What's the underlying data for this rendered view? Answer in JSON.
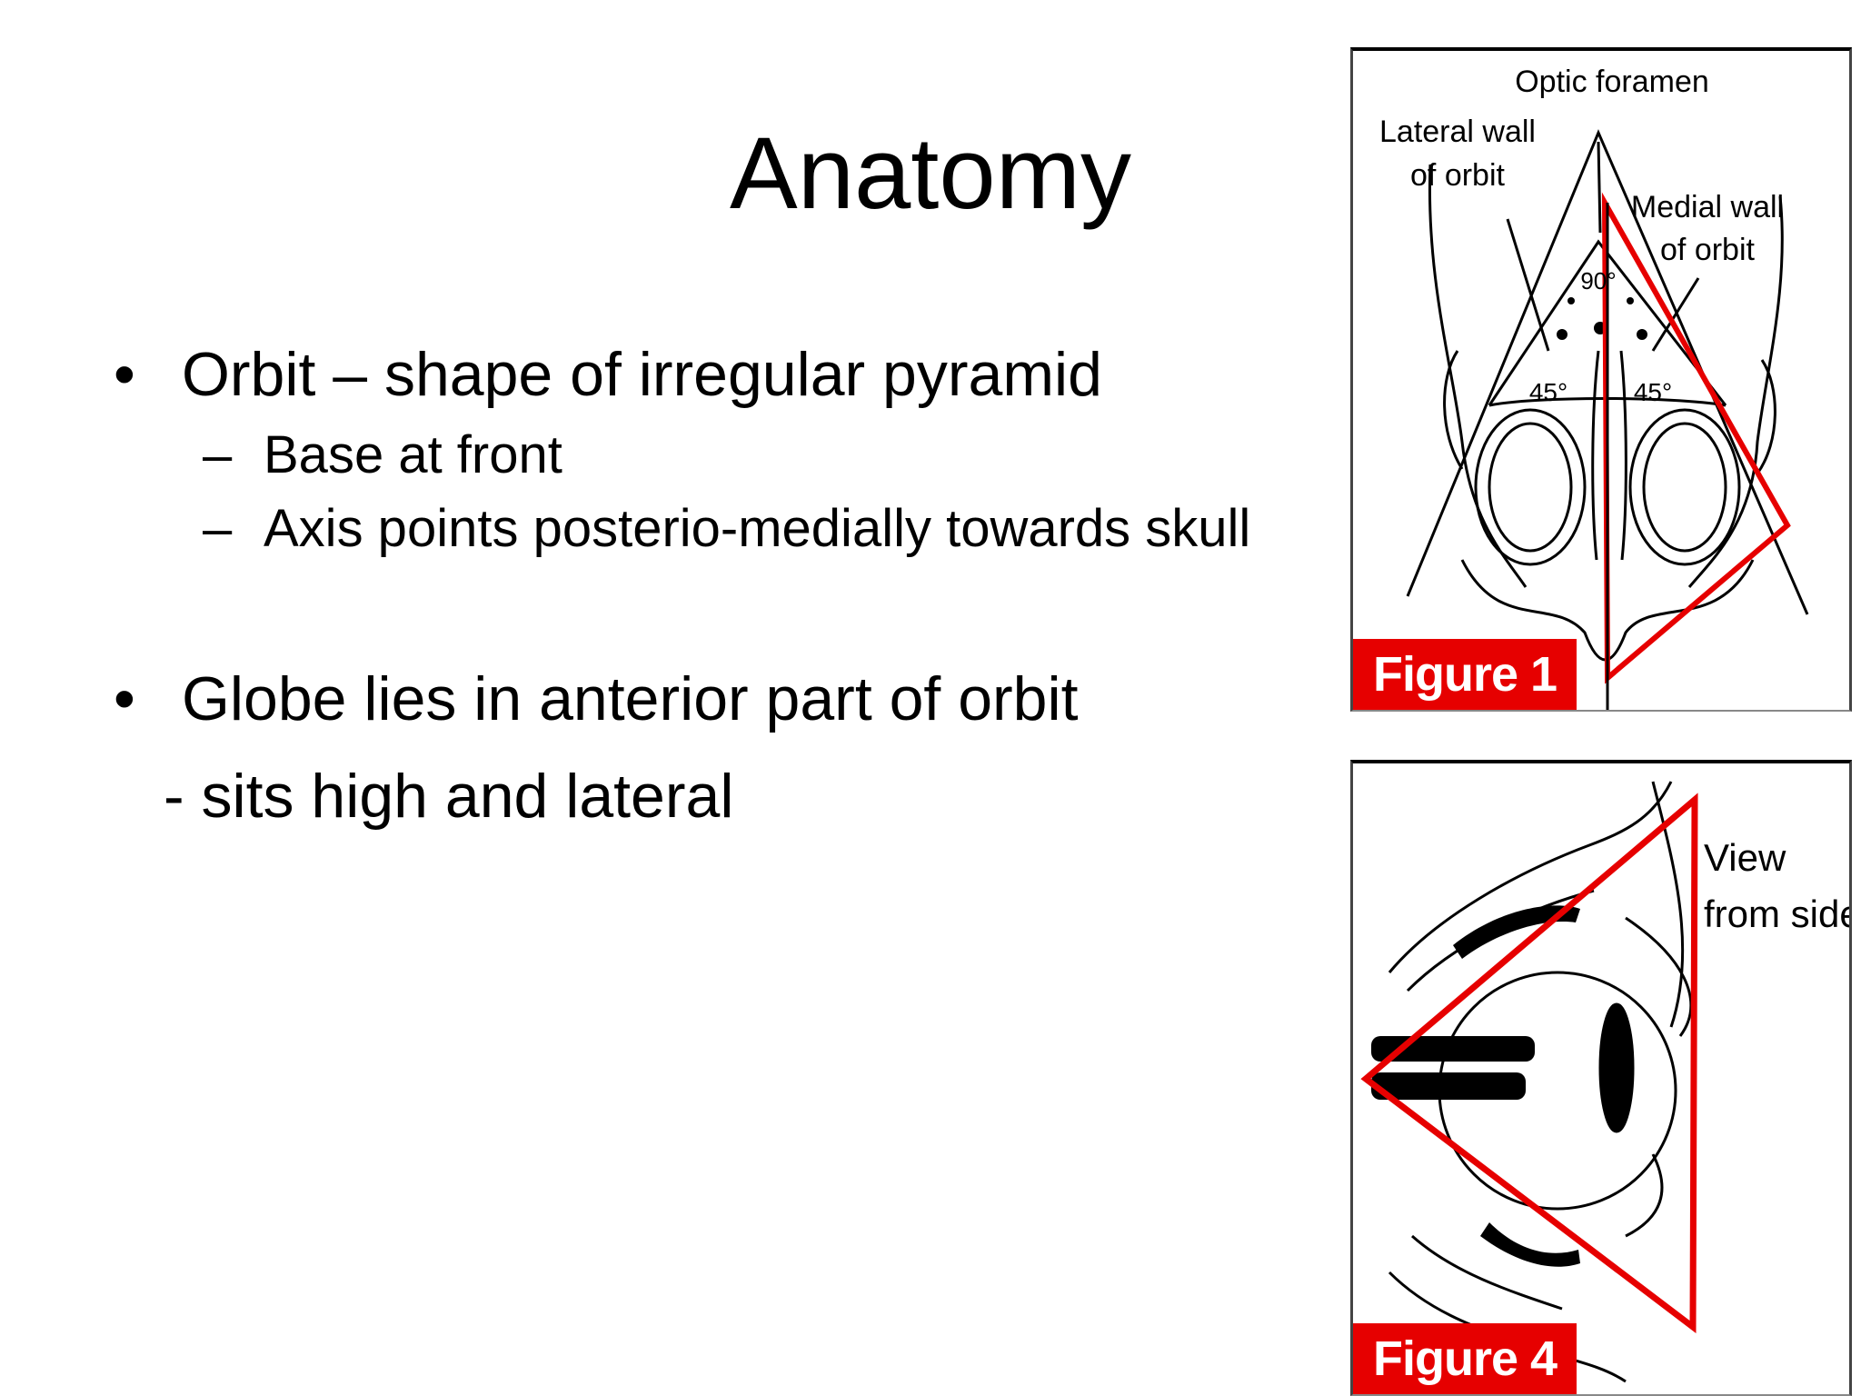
{
  "slide": {
    "title": "Anatomy",
    "bullets": [
      {
        "text": "Orbit – shape of irregular pyramid",
        "sub": [
          "Base at front",
          "Axis points posterio-medially towards skull"
        ]
      },
      {
        "text": "Globe lies in anterior part of orbit",
        "continuation": "- sits high and lateral"
      }
    ],
    "bullet_glyph": "•",
    "sub_glyph": "–"
  },
  "figures": {
    "figure1": {
      "label": "Figure 1",
      "annotations": {
        "optic_foramen": "Optic foramen",
        "lateral_wall_line1": "Lateral wall",
        "lateral_wall_line2": "of orbit",
        "medial_wall_line1": "Medial wall",
        "medial_wall_line2": "of orbit",
        "angle_top": "90°",
        "angle_left": "45°",
        "angle_right": "45°"
      }
    },
    "figure4": {
      "label": "Figure 4",
      "annotations": {
        "view_line1": "View",
        "view_line2": "from side"
      }
    }
  },
  "colors": {
    "highlight_red": "#e60000",
    "text": "#000000"
  }
}
